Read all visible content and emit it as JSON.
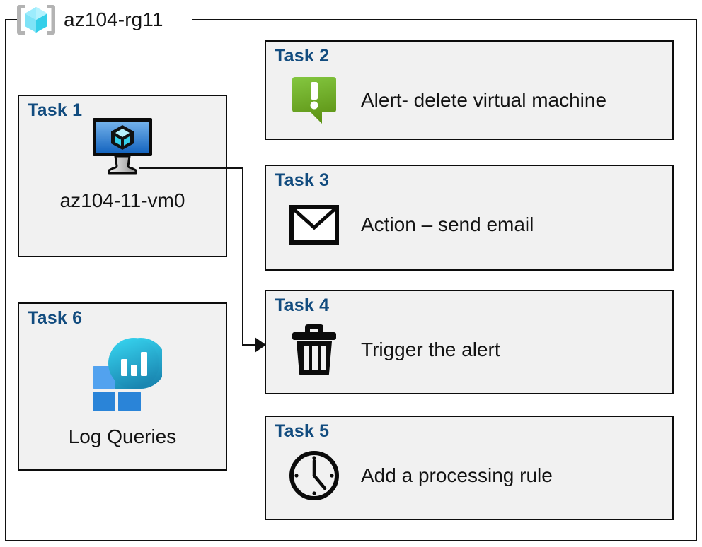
{
  "resource_group": {
    "icon": "azure-resource-group-icon",
    "title": "az104-rg11"
  },
  "colors": {
    "task_heading": "#124c7f",
    "card_background": "#f1f1f1",
    "card_border": "#0c0c0c",
    "alert_green_light": "#7cc142",
    "alert_green_dark": "#5a9216",
    "vm_blue_light": "#63a6e8",
    "vm_blue_dark": "#1565c0",
    "log_cyan": "#31cdea",
    "log_teal": "#1b8bb5",
    "log_square_light": "#52a2ef",
    "log_square_mid": "#2a84d8",
    "rg_cube_light": "#8ce9fb",
    "rg_cube_mid": "#3fd0e8",
    "rg_bracket": "#b3b3b3"
  },
  "cards": {
    "task1": {
      "heading": "Task 1",
      "icon": "virtual-machine-icon",
      "label": "az104-11-vm0"
    },
    "task2": {
      "heading": "Task 2",
      "icon": "alert-bubble-icon",
      "label": "Alert- delete virtual machine"
    },
    "task3": {
      "heading": "Task 3",
      "icon": "envelope-icon",
      "label": "Action – send email"
    },
    "task4": {
      "heading": "Task 4",
      "icon": "trash-icon",
      "label": "Trigger the alert"
    },
    "task5": {
      "heading": "Task 5",
      "icon": "clock-icon",
      "label": "Add a processing rule"
    },
    "task6": {
      "heading": "Task 6",
      "icon": "log-analytics-icon",
      "label": "Log Queries"
    }
  },
  "connector": {
    "from": "task1-virtual-machine-icon",
    "to": "task4-card",
    "arrow": "arrowhead-right"
  }
}
